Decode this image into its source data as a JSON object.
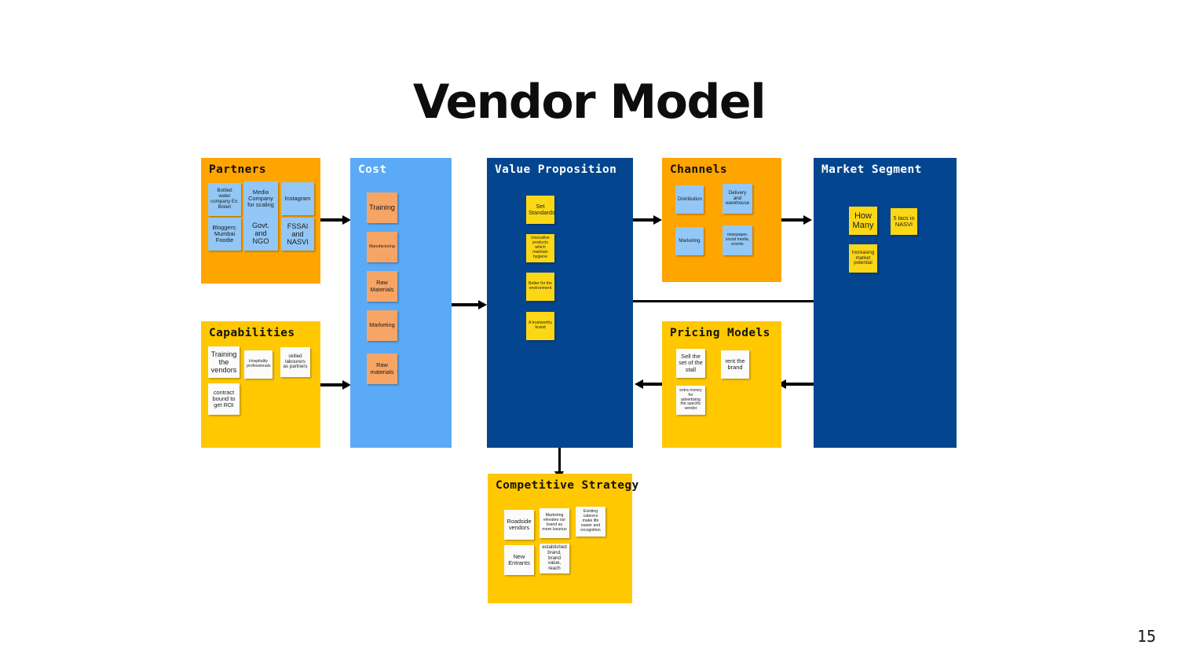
{
  "slide": {
    "title": "Vendor Model",
    "page_number": "15"
  },
  "colors": {
    "orange_panel": "#FFA500",
    "light_blue_panel": "#5BAAF7",
    "dark_blue_panel": "#04458F",
    "yellow_panel": "#FFC800",
    "note_blue": "#93C7F5",
    "note_orange": "#F7A565",
    "note_yellow": "#FCD716",
    "note_white": "#FBFBFB",
    "connector": "#000000",
    "title_text": "#0D0D0D"
  },
  "panels": {
    "partners": {
      "title": "Partners",
      "notes": [
        "Bottled water company Ex: Bisleri",
        "Media Company for scaling",
        "Instagram",
        "Bloggers: Mumbai Foodie",
        "Govt. and NGO",
        "FSSAI and NASVI"
      ]
    },
    "capabilities": {
      "title": "Capabilities",
      "notes": [
        "Training the vendors",
        "Hospitality professionals",
        "skilled labourers as partners",
        "contract bound to get ROI"
      ]
    },
    "cost": {
      "title": "Cost",
      "notes": [
        "Training",
        "Manufacturing",
        "Raw Materials",
        "Marketing",
        "Raw materials"
      ]
    },
    "value_proposition": {
      "title": "Value Proposition",
      "notes": [
        "Set Standards",
        "Innovative products which maintain hygiene",
        "Better for the environment",
        "A trustworthy brand"
      ]
    },
    "channels": {
      "title": "Channels",
      "notes": [
        "Distribution",
        "Delivery and warehouse",
        "Marketing",
        "newspaper, social media, events"
      ]
    },
    "pricing_models": {
      "title": "Pricing Models",
      "notes": [
        "Sell the set of the stall",
        "rent the brand",
        "extra money for advertising the specific vendor"
      ]
    },
    "market_segment": {
      "title": "Market Segment",
      "notes": [
        "How Many",
        "5 lacs in NASVI",
        "Increasing market potential"
      ]
    },
    "competitive_strategy": {
      "title": "Competitive Strategy",
      "notes": [
        "Roadside vendors",
        "Marketing elevates our brand as more luxurius",
        "Existing caterers make life easier and recognition",
        "New Entrants",
        "established brand, brand value, reach"
      ]
    }
  },
  "connectors": [
    {
      "name": "partners-to-cost",
      "direction": "right"
    },
    {
      "name": "capabilities-to-cost",
      "direction": "right"
    },
    {
      "name": "cost-to-value-proposition",
      "direction": "right"
    },
    {
      "name": "value-proposition-to-channels",
      "direction": "right"
    },
    {
      "name": "channels-to-market-segment",
      "direction": "right"
    },
    {
      "name": "market-segment-to-pricing-models",
      "direction": "left"
    },
    {
      "name": "pricing-models-to-value-proposition",
      "direction": "left"
    },
    {
      "name": "value-proposition-to-competitive-strategy",
      "direction": "down"
    }
  ]
}
